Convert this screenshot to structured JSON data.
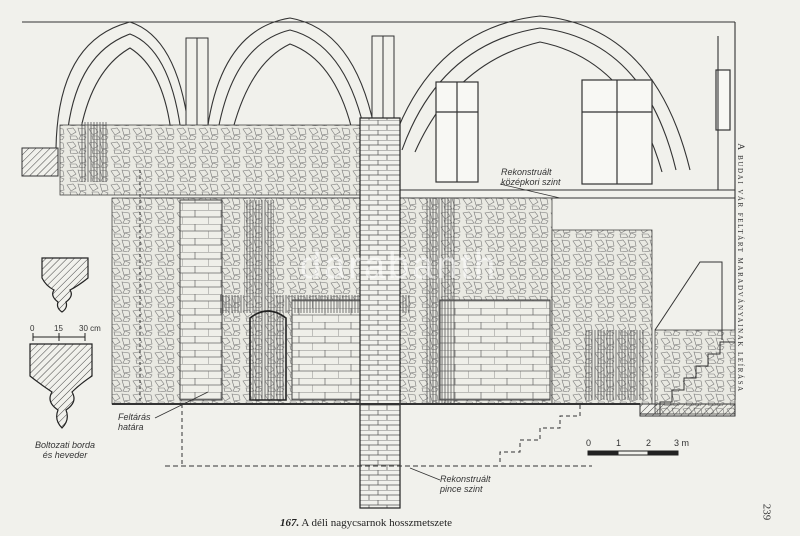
{
  "labels": {
    "reconstructed_medieval_1": "Rekonstruált",
    "reconstructed_medieval_2": "középkori szint",
    "excavation_1": "Feltárás",
    "excavation_2": "határa",
    "reconstructed_cellar_1": "Rekonstruált",
    "reconstructed_cellar_2": "pince szint",
    "rib_1": "Boltozati borda",
    "rib_2": "és heveder"
  },
  "profile_scale": {
    "zero": "0",
    "mid": "15",
    "end": "30 cm"
  },
  "main_scale": {
    "ticks": [
      "0",
      "1",
      "2",
      "3 m"
    ]
  },
  "caption": {
    "number": "167.",
    "text": "A déli nagycsarnok hosszmetszete"
  },
  "side_title": "A budai vár feltárt maradványainak leírása",
  "page_number": "239",
  "watermark": "darabanth"
}
